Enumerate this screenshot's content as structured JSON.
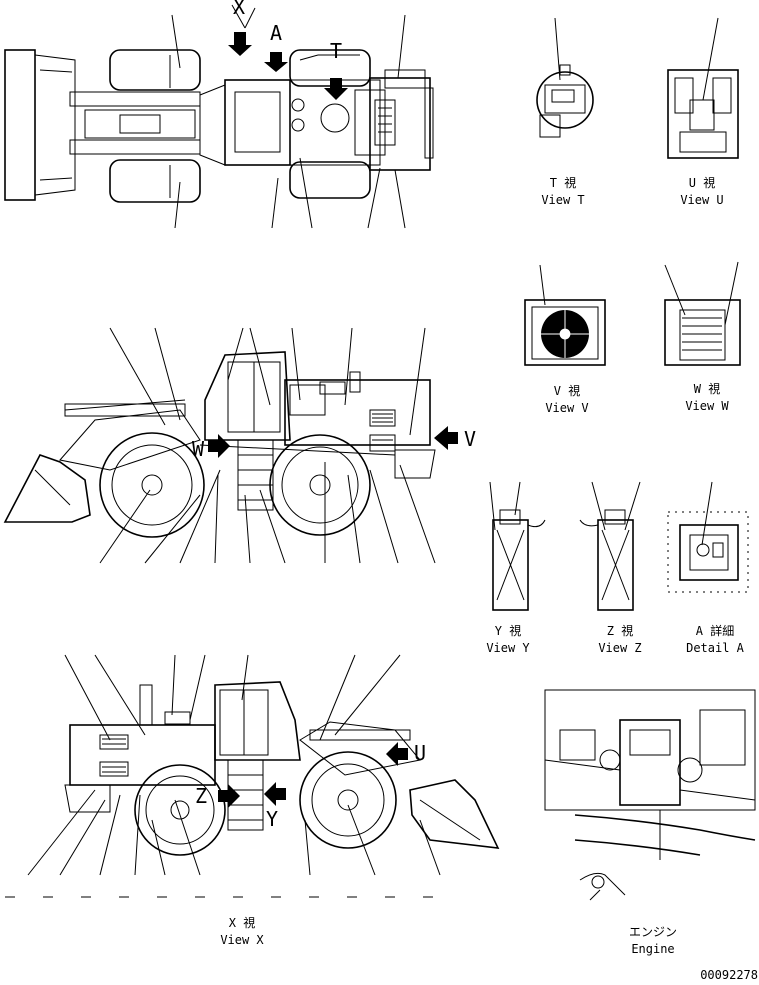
{
  "views": {
    "view_t": {
      "jp": "T 視",
      "en": "View T"
    },
    "view_u": {
      "jp": "U 視",
      "en": "View U"
    },
    "view_v": {
      "jp": "V 視",
      "en": "View V"
    },
    "view_w": {
      "jp": "W 視",
      "en": "View W"
    },
    "view_y": {
      "jp": "Y 視",
      "en": "View Y"
    },
    "view_z": {
      "jp": "Z 視",
      "en": "View Z"
    },
    "detail_a": {
      "jp": "A 詳細",
      "en": "Detail A"
    },
    "view_x": {
      "jp": "X 視",
      "en": "View X"
    },
    "engine": {
      "jp": "エンジン",
      "en": "Engine"
    }
  },
  "view_markers": {
    "x": "X",
    "a": "A",
    "t": "T",
    "v": "V",
    "w": "W",
    "u": "U",
    "z": "Z",
    "y": "Y",
    "x_side": "X",
    "w_side": "W"
  },
  "drawing_number": "00092278",
  "colors": {
    "line": "#000000",
    "background": "#ffffff"
  }
}
